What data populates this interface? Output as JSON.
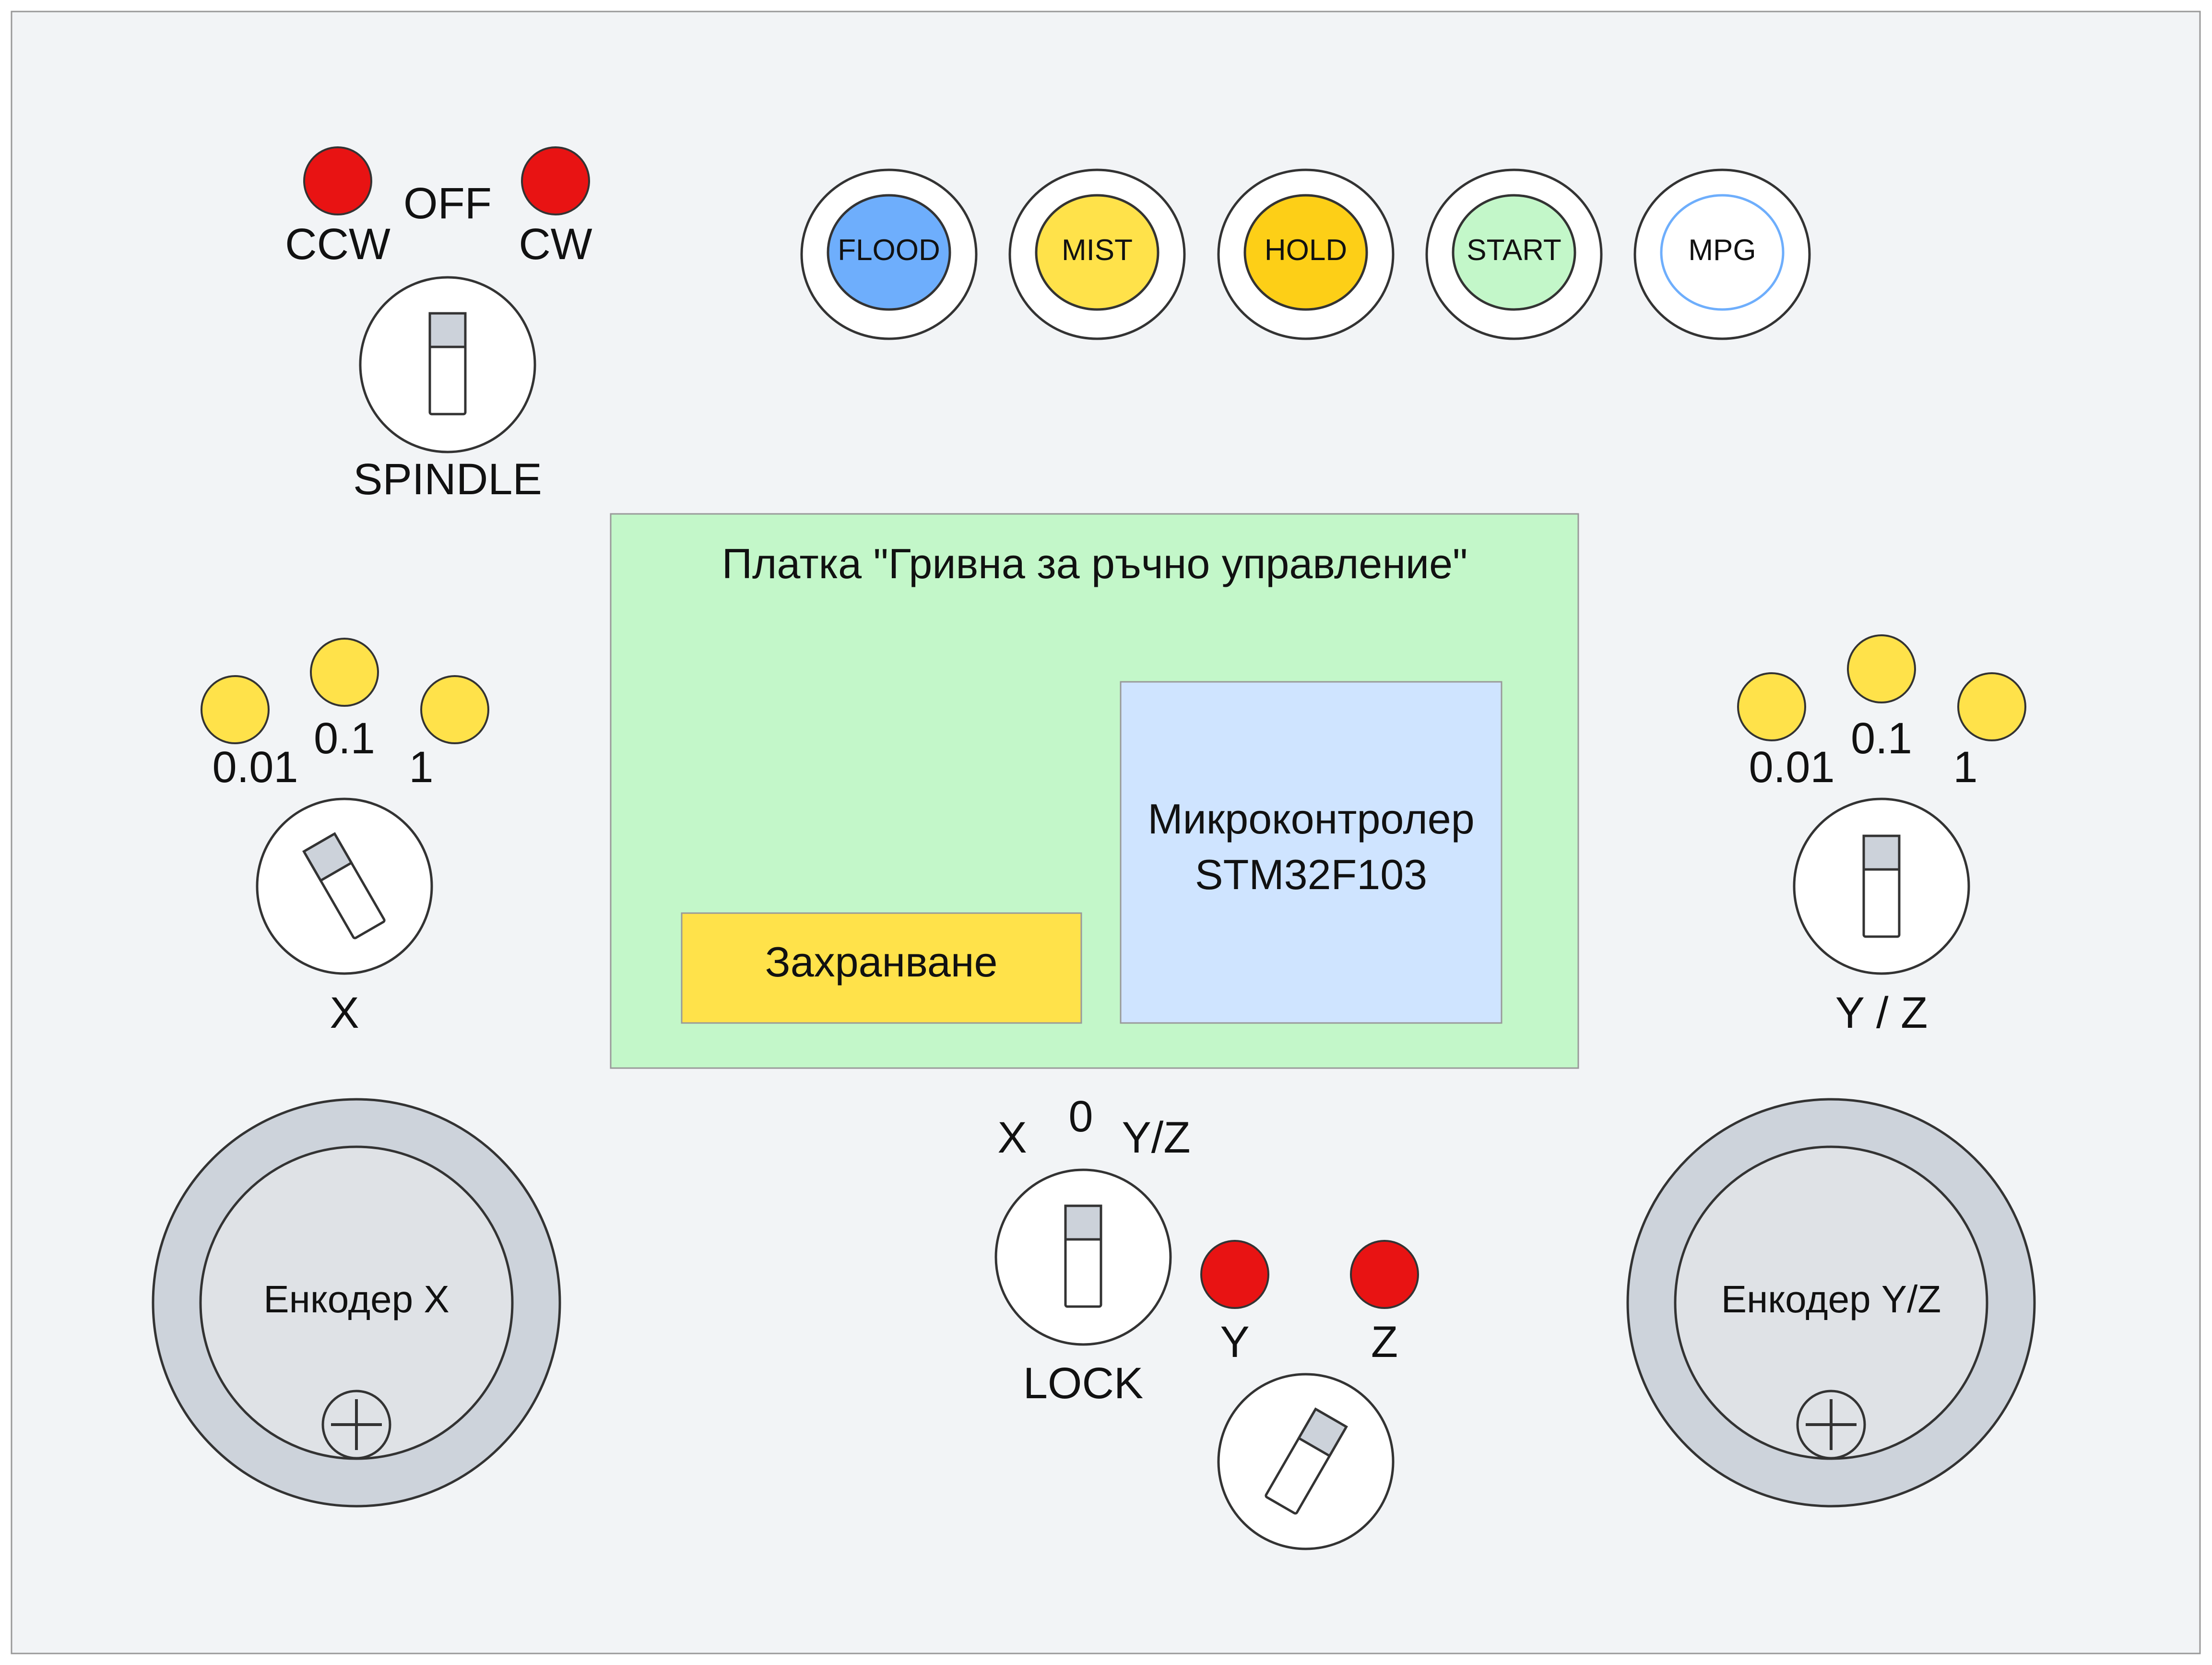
{
  "spindle": {
    "label": "SPINDLE",
    "off_label": "OFF",
    "ccw_label": "CCW",
    "cw_label": "CW",
    "led_color": "#e81313",
    "switch_position": "center"
  },
  "buttons": [
    {
      "label": "FLOOD",
      "color": "#6eaefc"
    },
    {
      "label": "MIST",
      "color": "#ffe24a"
    },
    {
      "label": "HOLD",
      "color": "#fdcf17"
    },
    {
      "label": "START",
      "color": "#c3f7c9"
    },
    {
      "label": "MPG",
      "color": "#ffffff"
    }
  ],
  "board": {
    "title": "Платка \"Гривна за ръчно управление\"",
    "background": "#c3f7c9",
    "power_label": "Захранване",
    "power_color": "#ffe24a",
    "mcu_line1": "Микроконтролер",
    "mcu_line2": "STM32F103",
    "mcu_color": "#cfe4ff"
  },
  "step_selector_x": {
    "label": "X",
    "steps": [
      "0.01",
      "0.1",
      "1"
    ],
    "led_color": "#ffe24a",
    "switch_position": "left"
  },
  "step_selector_yz": {
    "label": "Y / Z",
    "steps": [
      "0.01",
      "0.1",
      "1"
    ],
    "led_color": "#ffe24a",
    "switch_position": "center"
  },
  "axis_lock": {
    "label": "LOCK",
    "x_label": "X",
    "zero_label": "0",
    "yz_label": "Y/Z",
    "switch_position": "center"
  },
  "axis_yz_select": {
    "y_label": "Y",
    "z_label": "Z",
    "led_color": "#e81313",
    "switch_position": "right"
  },
  "encoder_x": {
    "label": "Енкодер X"
  },
  "encoder_yz": {
    "label": "Енкодер Y/Z"
  },
  "colors": {
    "panel": "#f2f4f6",
    "outline": "#333333",
    "encoder_ring": "#cdd3db",
    "encoder_face": "#dfe2e6",
    "lever_tip": "#ccd2da"
  }
}
